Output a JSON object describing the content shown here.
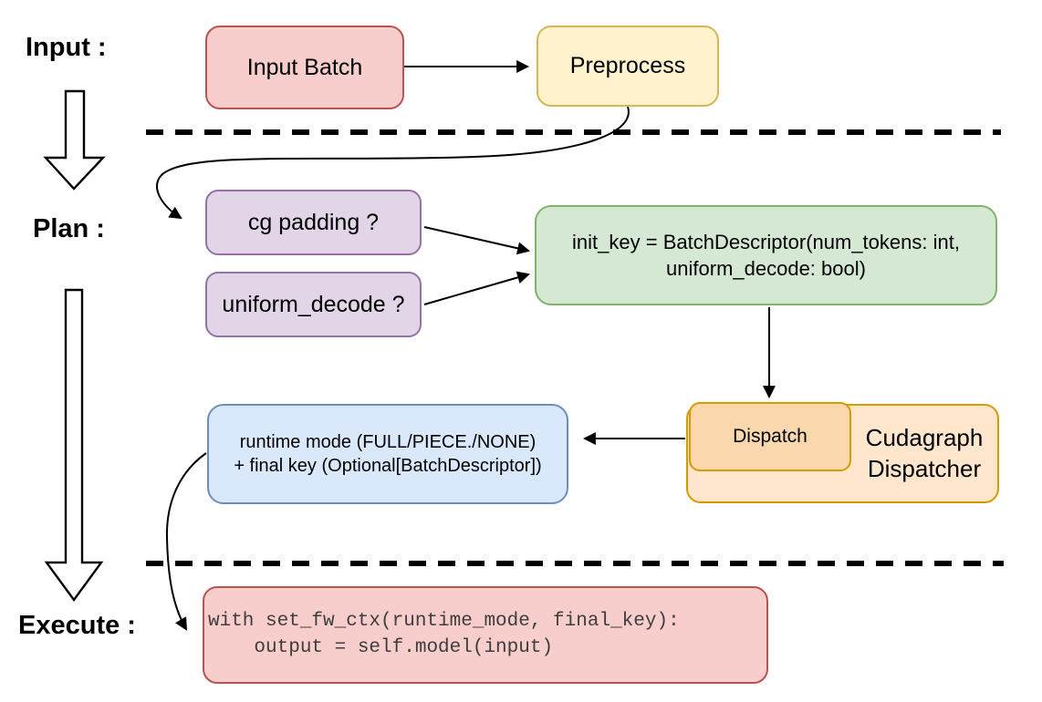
{
  "diagram": {
    "title_labels": {
      "input": "Input :",
      "plan": "Plan :",
      "execute": "Execute :"
    },
    "boxes": {
      "input_batch": "Input Batch",
      "preprocess": "Preprocess",
      "cg_padding": "cg padding ?",
      "uniform_decode": "uniform_decode ?",
      "init_key_line1": "init_key = BatchDescriptor(num_tokens: int,",
      "init_key_line2": "uniform_decode: bool)",
      "dispatch": "Dispatch",
      "cudagraph_line1": "Cudagraph",
      "cudagraph_line2": "Dispatcher",
      "runtime_line1": "runtime mode (FULL/PIECE./NONE)",
      "runtime_line2": "+ final key (Optional[BatchDescriptor])",
      "code_line1": "with set_fw_ctx(runtime_mode, final_key):",
      "code_line2": "    output = self.model(input)"
    },
    "colors": {
      "red_fill": "#f8cecc",
      "red_stroke": "#b85450",
      "yellow_fill": "#fff2cc",
      "yellow_stroke": "#d6b656",
      "purple_fill": "#e1d5e7",
      "purple_stroke": "#9673a6",
      "green_fill": "#d5e8d4",
      "green_stroke": "#82b366",
      "blue_fill": "#dae8fc",
      "blue_stroke": "#6c8ebf",
      "orange_fill": "#ffe6cc",
      "orange_stroke": "#d79b00",
      "dispatch_fill": "#fad7ac",
      "line_color": "#000000"
    }
  }
}
